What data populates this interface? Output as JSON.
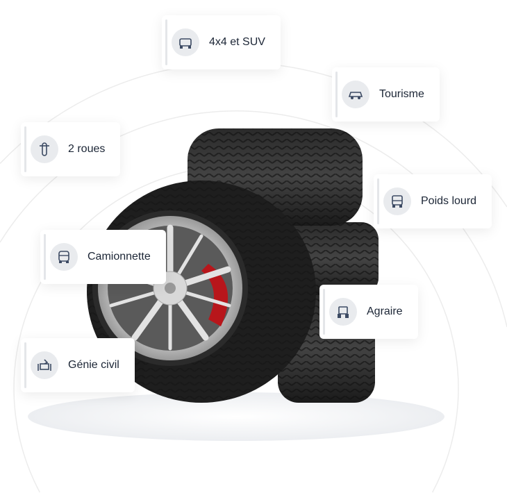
{
  "categories": [
    {
      "label": "4x4 et SUV",
      "icon": "suv-icon"
    },
    {
      "label": "Tourisme",
      "icon": "car-icon"
    },
    {
      "label": "2 roues",
      "icon": "motorcycle-icon"
    },
    {
      "label": "Poids lourd",
      "icon": "truck-icon"
    },
    {
      "label": "Camionnette",
      "icon": "van-icon"
    },
    {
      "label": "Agraire",
      "icon": "tractor-icon"
    },
    {
      "label": "Génie civil",
      "icon": "excavator-icon"
    }
  ],
  "colors": {
    "text": "#1b2535",
    "icon": "#3c4a63",
    "caliper": "#b8161b"
  }
}
